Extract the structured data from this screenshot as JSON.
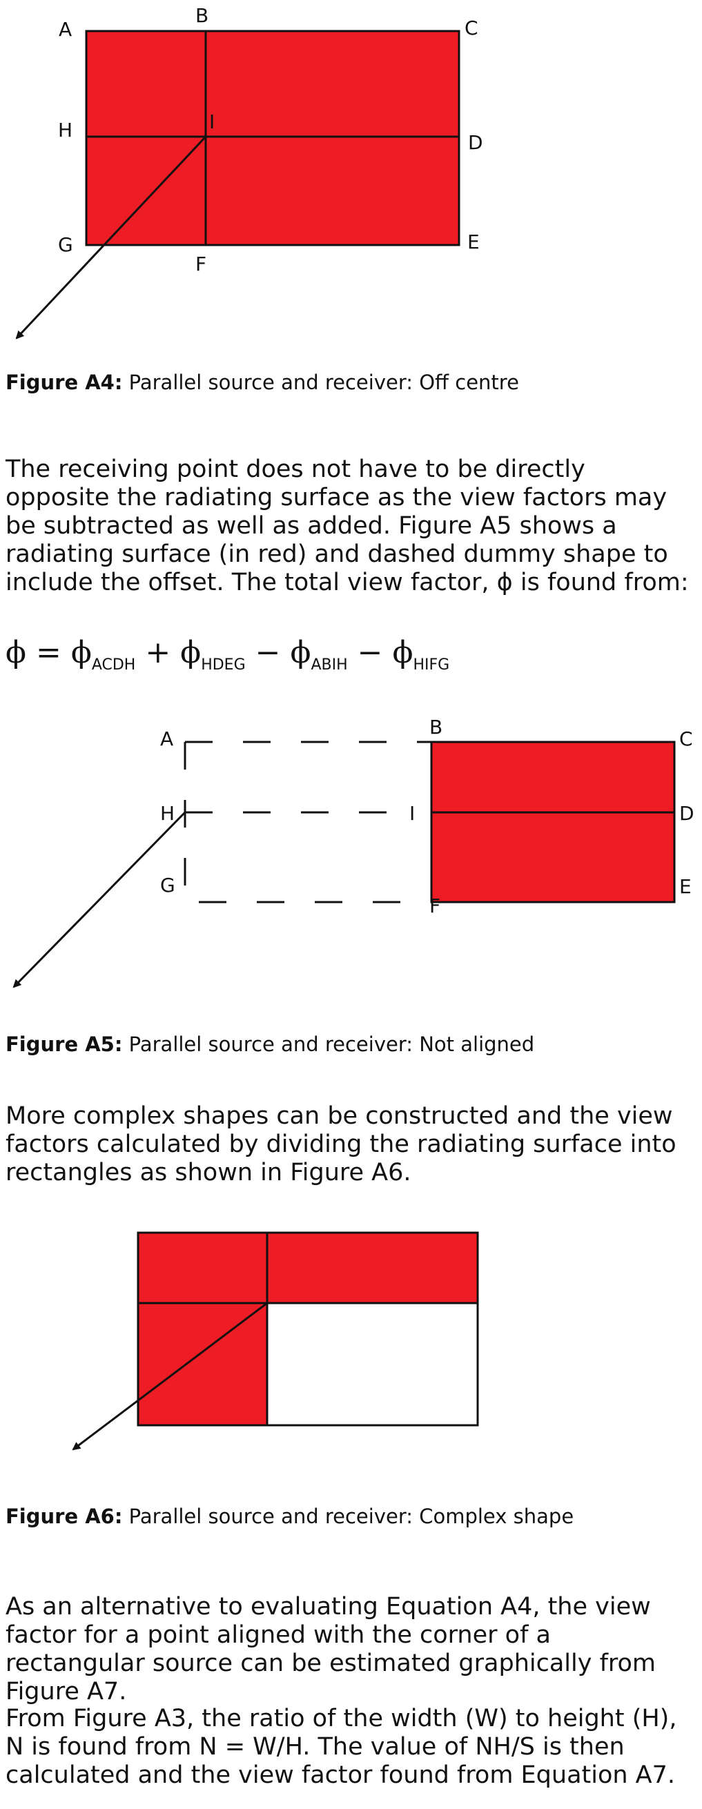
{
  "figure_a4": {
    "labels": {
      "A": "A",
      "B": "B",
      "C": "C",
      "D": "D",
      "E": "E",
      "F": "F",
      "G": "G",
      "H": "H",
      "I": "I"
    },
    "caption_label": "Figure A4:",
    "caption_text": " Parallel source and receiver: Off centre"
  },
  "paragraph_1": "The receiving point does not have to be directly opposite the radiating surface as the view factors may be subtracted as well as added. Figure A5 shows a radiating surface (in red) and dashed dummy shape to include the offset. The total view factor, ϕ is found from:",
  "equation": {
    "lhs": "ϕ = ϕ",
    "t1": "ACDH",
    "op1": " + ϕ",
    "t2": "HDEG",
    "op2": " − ϕ",
    "t3": "ABIH",
    "op3": " − ϕ",
    "t4": "HIFG"
  },
  "figure_a5": {
    "labels": {
      "A": "A",
      "B": "B",
      "C": "C",
      "D": "D",
      "E": "E",
      "F": "F",
      "G": "G",
      "H": "H",
      "I": "I"
    },
    "caption_label": "Figure A5:",
    "caption_text": " Parallel source and receiver: Not aligned"
  },
  "paragraph_2": "More complex shapes can be constructed and the view factors calculated by dividing the radiating surface into rectangles as shown in Figure A6.",
  "figure_a6": {
    "caption_label": "Figure A6:",
    "caption_text": " Parallel source and receiver: Complex shape"
  },
  "paragraph_3": "As an alternative to evaluating Equation A4, the view factor for a point aligned with the corner of a rectangular source can be estimated graphically from Figure A7.",
  "paragraph_4": "From Figure A3, the ratio of the width (W) to height (H), N is found from N = W/H. The value of NH/S is then calculated and the view factor found from Equation A7.",
  "colors": {
    "source_fill": "#ee1c25",
    "stroke": "#111111"
  }
}
